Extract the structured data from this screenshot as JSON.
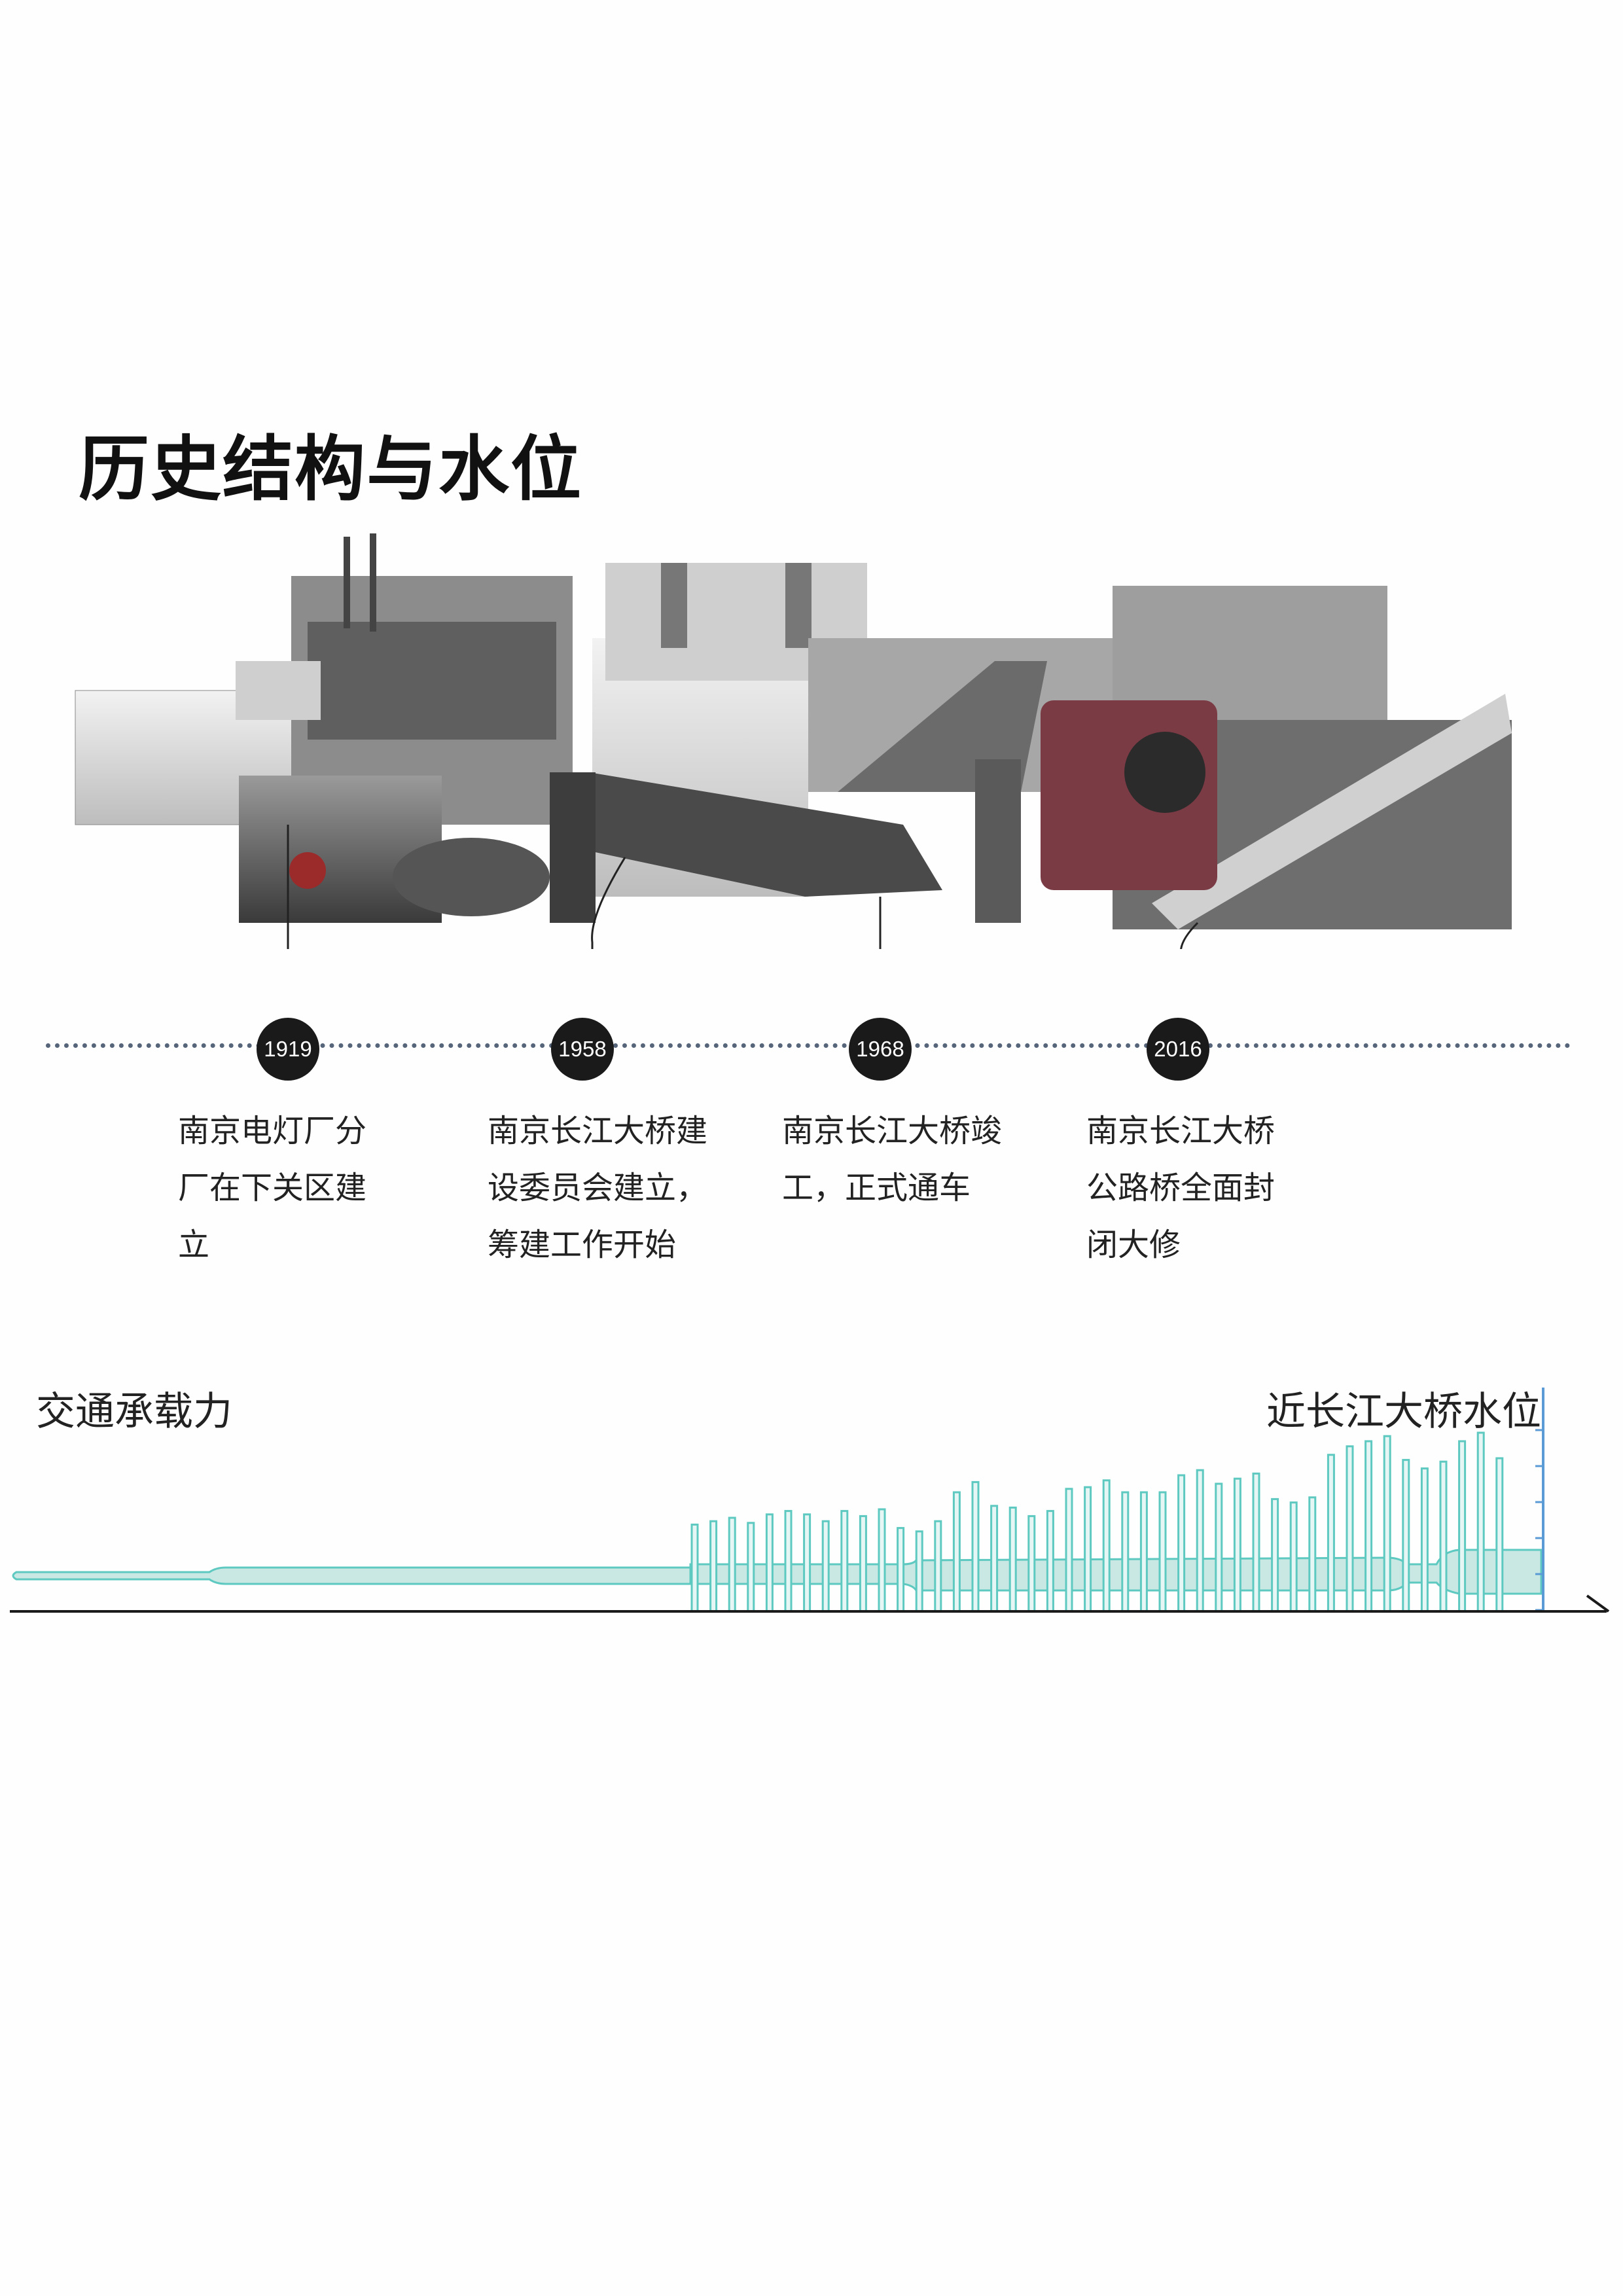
{
  "title": "历史结构与水位",
  "timeline": [
    {
      "year": "1919",
      "text_lines": [
        "南京电灯厂分",
        "厂在下关区建",
        "立"
      ]
    },
    {
      "year": "1958",
      "text_lines": [
        "南京长江大桥建",
        "设委员会建立，",
        "筹建工作开始"
      ]
    },
    {
      "year": "1968",
      "text_lines": [
        "南京长江大桥竣",
        "工，正式通车"
      ]
    },
    {
      "year": "2016",
      "text_lines": [
        "南京长江大桥",
        "公路桥全面封",
        "闭大修"
      ]
    }
  ],
  "chart_labels": {
    "left": "交通承载力",
    "right": "近长江大桥水位"
  },
  "colors": {
    "accent": "#5ec9c0",
    "fill": "#c9e8e3",
    "axis": "#5a9bd5",
    "dark": "#1a1a1a"
  },
  "chart_data": {
    "type": "bar",
    "series": [
      {
        "values": [
          0.51,
          0.53,
          0.55,
          0.52,
          0.57,
          0.59,
          0.57,
          0.53,
          0.59,
          0.56,
          0.6,
          0.49,
          0.47,
          0.53,
          0.7,
          0.76,
          0.62,
          0.61,
          0.56,
          0.59,
          0.72,
          0.73,
          0.77,
          0.7,
          0.7,
          0.7,
          0.8,
          0.83,
          0.75,
          0.78,
          0.81,
          0.66,
          0.64,
          0.67,
          0.92,
          0.97,
          1.0,
          1.03,
          0.89,
          0.84,
          0.88,
          1.0,
          1.05,
          0.9
        ]
      }
    ]
  }
}
